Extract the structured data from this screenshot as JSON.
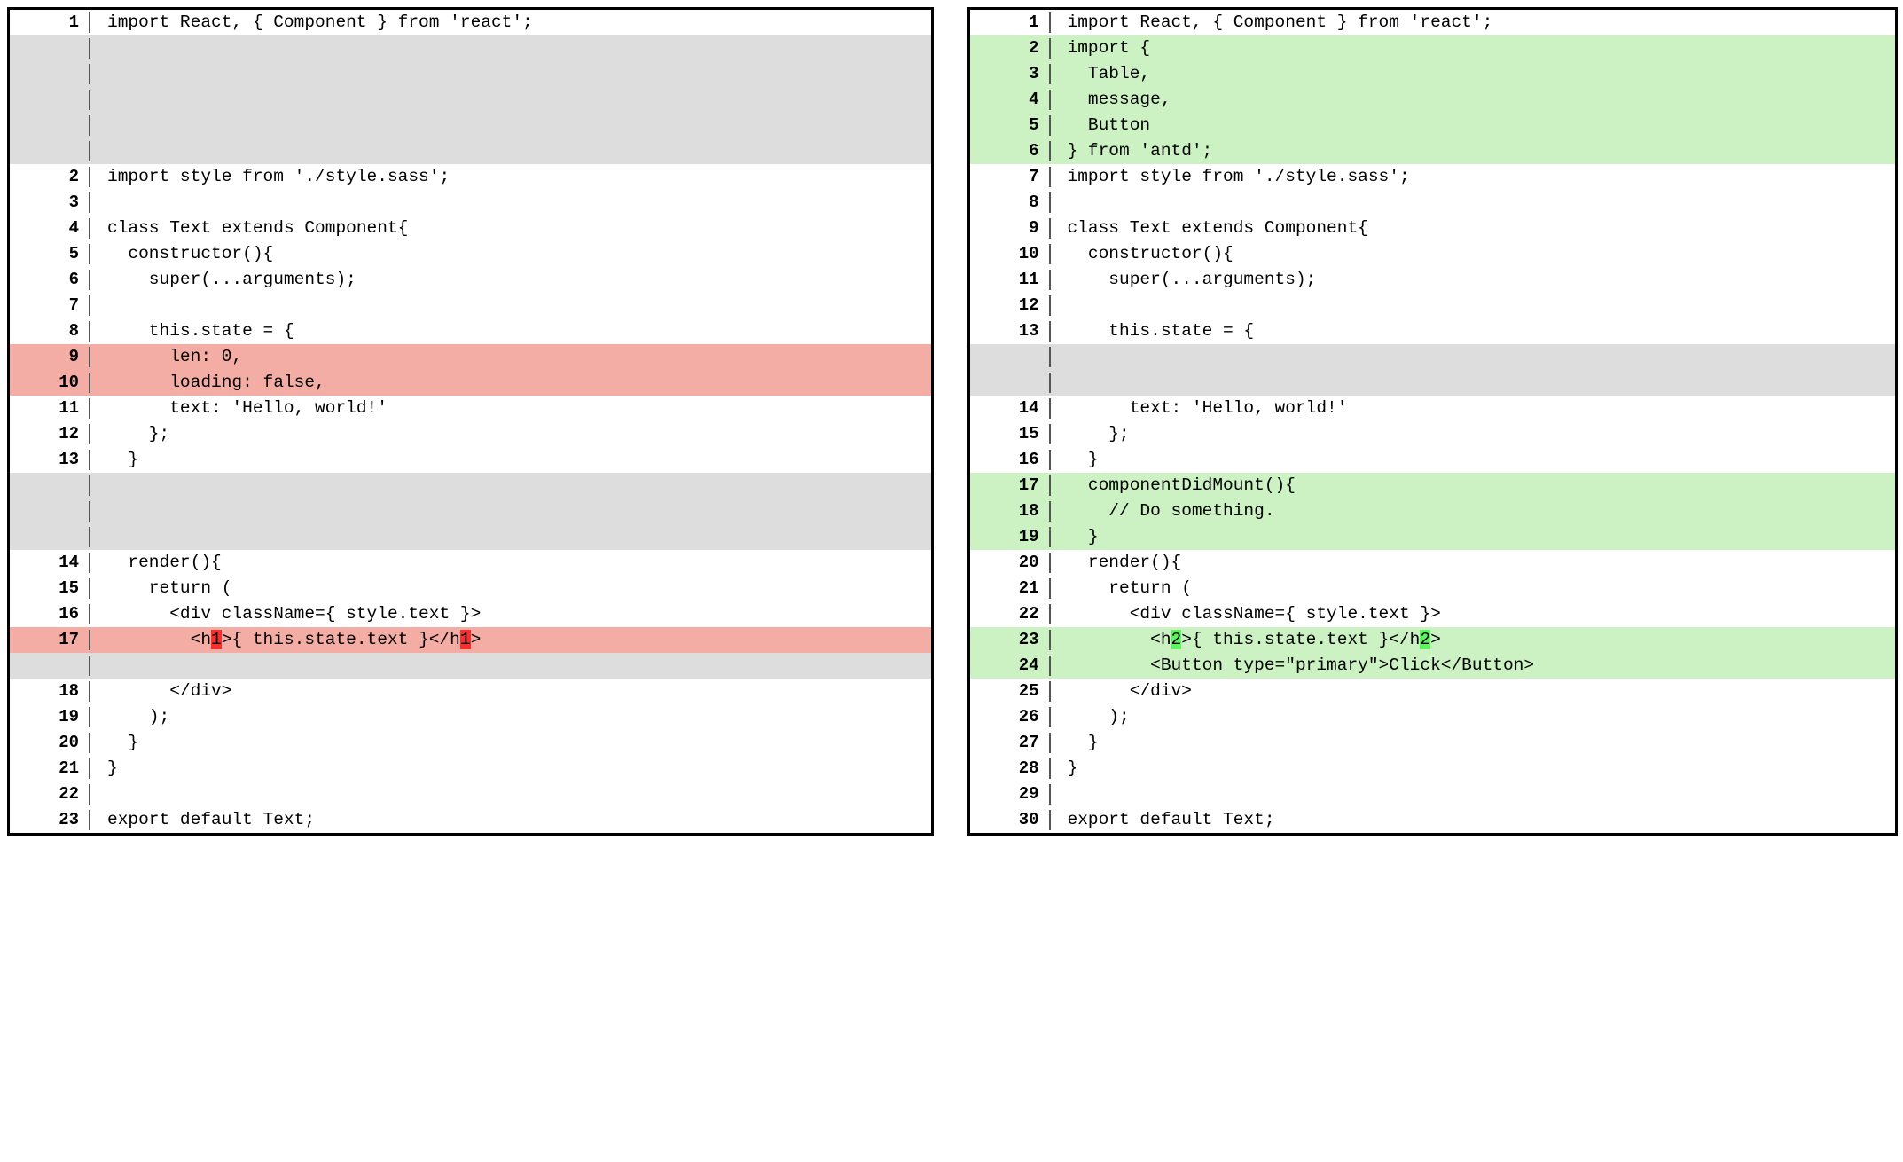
{
  "colors": {
    "deleted_line_bg": "#f3ada4",
    "inserted_line_bg": "#ccf2c3",
    "gap_bg": "#dddddd",
    "normal_bg": "#ffffff",
    "inline_delete_bg": "#f92f2f",
    "inline_insert_bg": "#5df55d",
    "border": "#000000",
    "gutter_text": "#000000"
  },
  "left_panel": {
    "name": "original-version",
    "lines": [
      {
        "num": "1",
        "state": "normal",
        "code": "import React, { Component } from 'react';"
      },
      {
        "num": "",
        "state": "gap",
        "code": ""
      },
      {
        "num": "",
        "state": "gap",
        "code": ""
      },
      {
        "num": "",
        "state": "gap",
        "code": ""
      },
      {
        "num": "",
        "state": "gap",
        "code": ""
      },
      {
        "num": "",
        "state": "gap",
        "code": ""
      },
      {
        "num": "2",
        "state": "normal",
        "code": "import style from './style.sass';"
      },
      {
        "num": "3",
        "state": "normal",
        "code": ""
      },
      {
        "num": "4",
        "state": "normal",
        "code": "class Text extends Component{"
      },
      {
        "num": "5",
        "state": "normal",
        "code": "  constructor(){"
      },
      {
        "num": "6",
        "state": "normal",
        "code": "    super(...arguments);"
      },
      {
        "num": "7",
        "state": "normal",
        "code": ""
      },
      {
        "num": "8",
        "state": "normal",
        "code": "    this.state = {"
      },
      {
        "num": "9",
        "state": "del",
        "code": "      len: 0,"
      },
      {
        "num": "10",
        "state": "del",
        "code": "      loading: false,"
      },
      {
        "num": "11",
        "state": "normal",
        "code": "      text: 'Hello, world!'"
      },
      {
        "num": "12",
        "state": "normal",
        "code": "    };"
      },
      {
        "num": "13",
        "state": "normal",
        "code": "  }"
      },
      {
        "num": "",
        "state": "gap",
        "code": ""
      },
      {
        "num": "",
        "state": "gap",
        "code": ""
      },
      {
        "num": "",
        "state": "gap",
        "code": ""
      },
      {
        "num": "14",
        "state": "normal",
        "code": "  render(){"
      },
      {
        "num": "15",
        "state": "normal",
        "code": "    return ("
      },
      {
        "num": "16",
        "state": "normal",
        "code": "      <div className={ style.text }>"
      },
      {
        "num": "17",
        "state": "del",
        "code": "        <h1>{ this.state.text }</h1>",
        "segments": [
          {
            "text": "        <h",
            "mark": "none"
          },
          {
            "text": "1",
            "mark": "del"
          },
          {
            "text": ">{ this.state.text }</h",
            "mark": "none"
          },
          {
            "text": "1",
            "mark": "del"
          },
          {
            "text": ">",
            "mark": "none"
          }
        ]
      },
      {
        "num": "",
        "state": "gap",
        "code": ""
      },
      {
        "num": "18",
        "state": "normal",
        "code": "      </div>"
      },
      {
        "num": "19",
        "state": "normal",
        "code": "    );"
      },
      {
        "num": "20",
        "state": "normal",
        "code": "  }"
      },
      {
        "num": "21",
        "state": "normal",
        "code": "}"
      },
      {
        "num": "22",
        "state": "normal",
        "code": ""
      },
      {
        "num": "23",
        "state": "normal",
        "code": "export default Text;"
      }
    ]
  },
  "right_panel": {
    "name": "modified-version",
    "lines": [
      {
        "num": "1",
        "state": "normal",
        "code": "import React, { Component } from 'react';"
      },
      {
        "num": "2",
        "state": "ins",
        "code": "import {"
      },
      {
        "num": "3",
        "state": "ins",
        "code": "  Table,"
      },
      {
        "num": "4",
        "state": "ins",
        "code": "  message,"
      },
      {
        "num": "5",
        "state": "ins",
        "code": "  Button"
      },
      {
        "num": "6",
        "state": "ins",
        "code": "} from 'antd';"
      },
      {
        "num": "7",
        "state": "normal",
        "code": "import style from './style.sass';"
      },
      {
        "num": "8",
        "state": "normal",
        "code": ""
      },
      {
        "num": "9",
        "state": "normal",
        "code": "class Text extends Component{"
      },
      {
        "num": "10",
        "state": "normal",
        "code": "  constructor(){"
      },
      {
        "num": "11",
        "state": "normal",
        "code": "    super(...arguments);"
      },
      {
        "num": "12",
        "state": "normal",
        "code": ""
      },
      {
        "num": "13",
        "state": "normal",
        "code": "    this.state = {"
      },
      {
        "num": "",
        "state": "gap",
        "code": ""
      },
      {
        "num": "",
        "state": "gap",
        "code": ""
      },
      {
        "num": "14",
        "state": "normal",
        "code": "      text: 'Hello, world!'"
      },
      {
        "num": "15",
        "state": "normal",
        "code": "    };"
      },
      {
        "num": "16",
        "state": "normal",
        "code": "  }"
      },
      {
        "num": "17",
        "state": "ins",
        "code": "  componentDidMount(){"
      },
      {
        "num": "18",
        "state": "ins",
        "code": "    // Do something."
      },
      {
        "num": "19",
        "state": "ins",
        "code": "  }"
      },
      {
        "num": "20",
        "state": "normal",
        "code": "  render(){"
      },
      {
        "num": "21",
        "state": "normal",
        "code": "    return ("
      },
      {
        "num": "22",
        "state": "normal",
        "code": "      <div className={ style.text }>"
      },
      {
        "num": "23",
        "state": "ins",
        "code": "        <h2>{ this.state.text }</h2>",
        "segments": [
          {
            "text": "        <h",
            "mark": "none"
          },
          {
            "text": "2",
            "mark": "ins"
          },
          {
            "text": ">{ this.state.text }</h",
            "mark": "none"
          },
          {
            "text": "2",
            "mark": "ins"
          },
          {
            "text": ">",
            "mark": "none"
          }
        ]
      },
      {
        "num": "24",
        "state": "ins",
        "code": "        <Button type=\"primary\">Click</Button>"
      },
      {
        "num": "25",
        "state": "normal",
        "code": "      </div>"
      },
      {
        "num": "26",
        "state": "normal",
        "code": "    );"
      },
      {
        "num": "27",
        "state": "normal",
        "code": "  }"
      },
      {
        "num": "28",
        "state": "normal",
        "code": "}"
      },
      {
        "num": "29",
        "state": "normal",
        "code": ""
      },
      {
        "num": "30",
        "state": "normal",
        "code": "export default Text;"
      }
    ]
  }
}
